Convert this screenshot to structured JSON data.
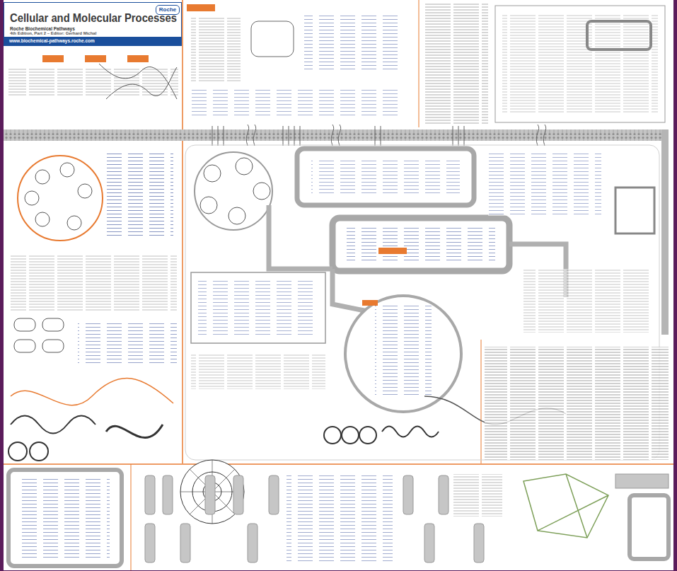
{
  "diagram": {
    "title": "Cellular and Molecular Processes",
    "nodes": [
      {
        "text": [
          "Roche Biochemical Pathways",
          "4th Edition, Part 2 – Editor: Gerhard Michal"
        ]
      },
      {
        "text": [
          "Roche"
        ],
        "in": 0
      },
      {
        "text": [
          "www.biochemical-pathways.roche.com"
        ],
        "in": 0
      }
    ]
  }
}
